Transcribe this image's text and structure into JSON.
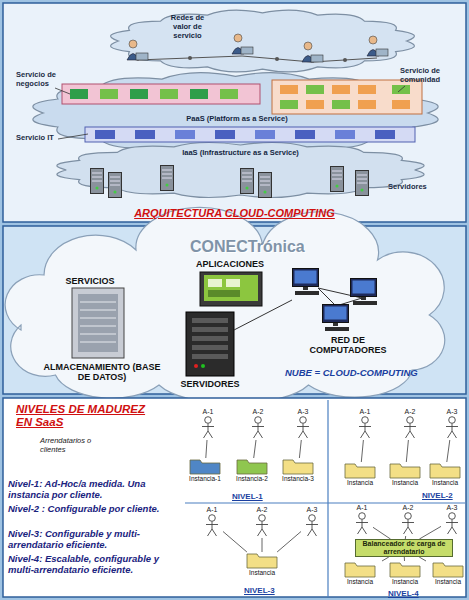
{
  "diagram": {
    "nodes": [
      {
        "text": [
          "Redes de valor de servicio"
        ]
      },
      {
        "text": [
          "PaaS (Platform as a Service)"
        ]
      },
      {
        "text": [
          "IaaS (Infrastructure as a Service)"
        ]
      },
      {
        "text": [
          "A-1"
        ]
      },
      {
        "text": [
          "A-2"
        ]
      },
      {
        "text": [
          "A-3"
        ]
      },
      {
        "text": [
          "Instancia-1"
        ]
      },
      {
        "text": [
          "Instancia-2"
        ]
      },
      {
        "text": [
          "Instancia-3"
        ]
      },
      {
        "text": [
          "A-1"
        ]
      },
      {
        "text": [
          "A-2"
        ]
      },
      {
        "text": [
          "A-3"
        ]
      },
      {
        "text": [
          "Instancia"
        ]
      },
      {
        "text": [
          "Instancia"
        ]
      },
      {
        "text": [
          "Instancia"
        ]
      },
      {
        "text": [
          "A-1"
        ]
      },
      {
        "text": [
          "A-2"
        ]
      },
      {
        "text": [
          "A-3"
        ]
      },
      {
        "text": [
          "Instancia"
        ]
      },
      {
        "text": [
          "A-1"
        ]
      },
      {
        "text": [
          "A-2"
        ]
      },
      {
        "text": [
          "A-3"
        ]
      },
      {
        "text": [
          "Balanceador de carga de arrendatario"
        ]
      },
      {
        "text": [
          "Instancia"
        ]
      },
      {
        "text": [
          "Instancia"
        ]
      },
      {
        "text": [
          "Instancia"
        ]
      }
    ],
    "edges": [
      {
        "from": 3,
        "to": 6,
        "arrow": "none"
      },
      {
        "from": 4,
        "to": 7,
        "arrow": "none"
      },
      {
        "from": 5,
        "to": 8,
        "arrow": "none"
      },
      {
        "from": 9,
        "to": 12,
        "arrow": "none"
      },
      {
        "from": 10,
        "to": 13,
        "arrow": "none"
      },
      {
        "from": 11,
        "to": 14,
        "arrow": "none"
      },
      {
        "from": 15,
        "to": 18,
        "arrow": "none"
      },
      {
        "from": 16,
        "to": 18,
        "arrow": "none"
      },
      {
        "from": 17,
        "to": 18,
        "arrow": "none"
      },
      {
        "from": 19,
        "to": 22,
        "arrow": "none"
      },
      {
        "from": 20,
        "to": 22,
        "arrow": "none"
      },
      {
        "from": 21,
        "to": 22,
        "arrow": "none"
      },
      {
        "from": 22,
        "to": 23,
        "arrow": "none"
      },
      {
        "from": 22,
        "to": 24,
        "arrow": "none"
      },
      {
        "from": 22,
        "to": 25,
        "arrow": "none"
      }
    ],
    "labels": [
      "Servicio de negocios",
      "Servicio de comunidad",
      "Servicio IT",
      "Servidores",
      "ARQUITECTURA CLOUD-COMPUTING",
      "CONECTrónica",
      "SERVICIOS",
      "APLICACIONES",
      "RED DE COMPUTADORES",
      "ALMACENAMIENTO (BASE DE DATOS)",
      "SERVIDORES",
      "NUBE = CLOUD-COMPUTING",
      "NIVELES DE MADUREZ EN SaaS",
      "Arrendatarios o clientes",
      "Nivel-1: Ad-Hoc/a medida. Una instancia por cliente.",
      "Nivel-2 : Configurable por cliente.",
      "Nivel-3: Configurable y multi-arrendatario eficiente.",
      "Nivel-4: Escalable, configurable y multi-arrendatario eficiente.",
      "NIVEL-1",
      "NIVEL-2",
      "NIVEL-3",
      "NIVEL-4"
    ]
  }
}
